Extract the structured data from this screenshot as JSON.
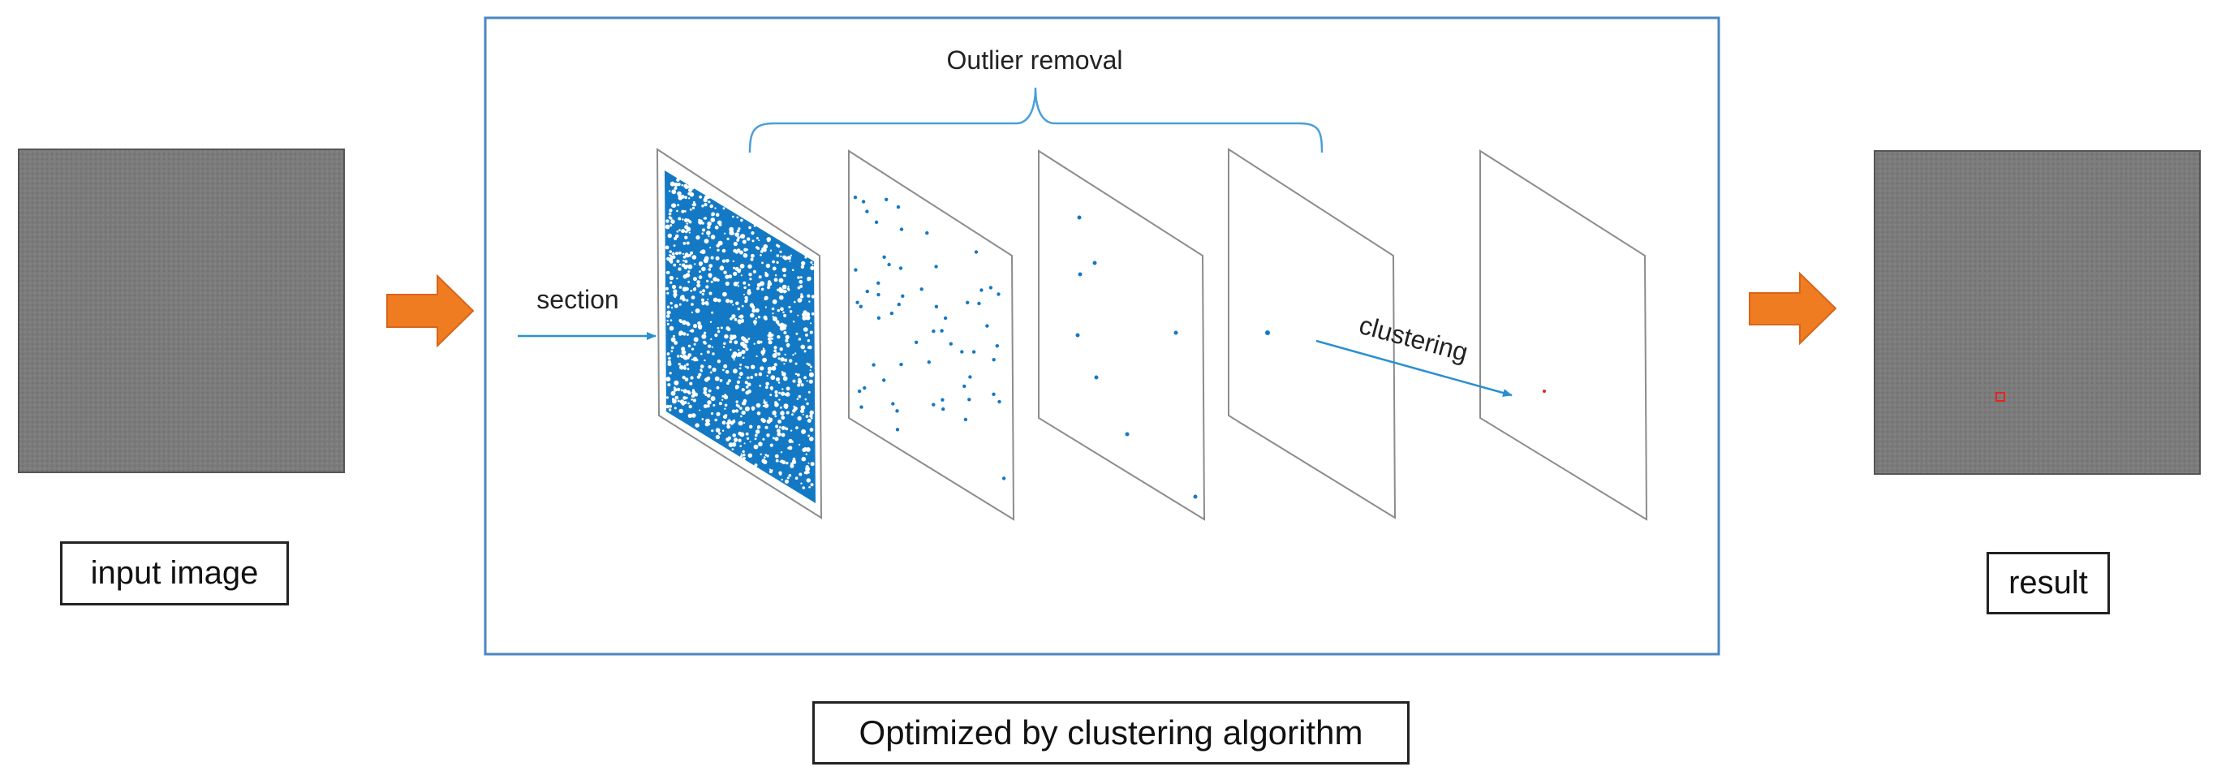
{
  "labels": {
    "input": "input image",
    "result": "result",
    "caption": "Optimized by clustering algorithm",
    "outlier_removal": "Outlier removal",
    "section": "section",
    "clustering": "clustering"
  },
  "colors": {
    "frame_blue": "#4a86c0",
    "point_blue": "#1479c4",
    "arrow_orange": "#f07c22",
    "arrow_orange_dark": "#d8651a",
    "image_gray": "#7a7a7a",
    "plane_edge": "#8c8c8c",
    "marker_red": "#e8231f"
  }
}
